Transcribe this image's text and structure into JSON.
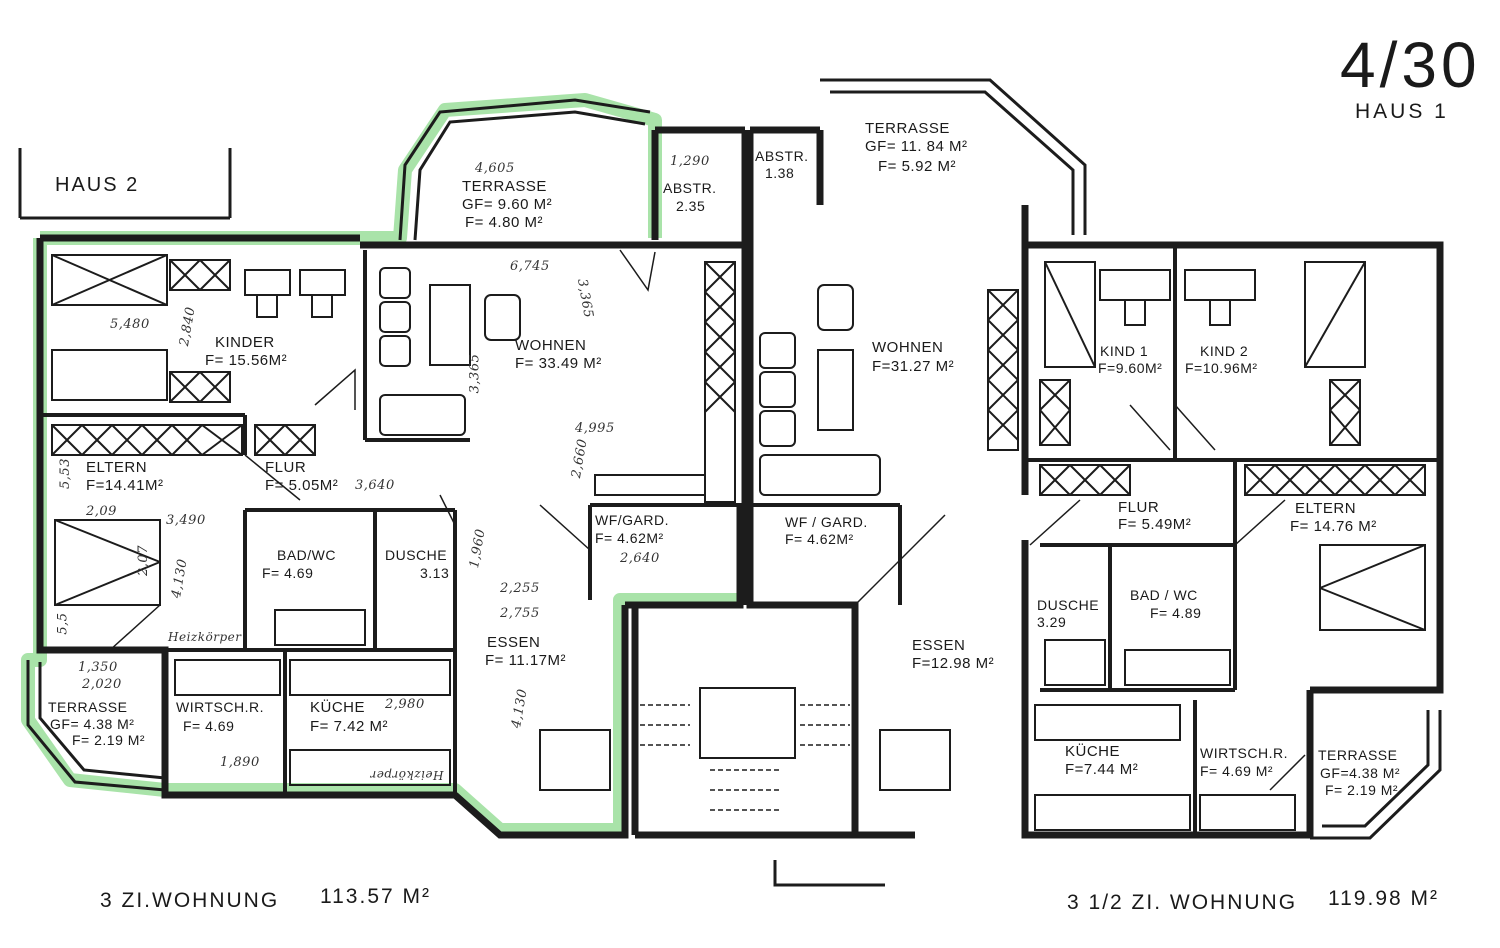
{
  "sheet": {
    "number": "4/30",
    "building": "HAUS 1"
  },
  "neighbor": {
    "label": "HAUS 2"
  },
  "left_unit": {
    "summary": {
      "type": "3 ZI.WOHNUNG",
      "area": "113.57 M²"
    },
    "rooms": [
      {
        "id": "terrasse-top",
        "name": "TERRASSE",
        "lines": [
          "GF= 9.60  M²",
          "F= 4.80 M²"
        ]
      },
      {
        "id": "abstr-1",
        "name": "ABSTR.",
        "lines": [
          "2.35"
        ]
      },
      {
        "id": "kinder",
        "name": "KINDER",
        "lines": [
          "F= 15.56M²"
        ]
      },
      {
        "id": "wohnen-left",
        "name": "WOHNEN",
        "lines": [
          "F= 33.49  M²"
        ]
      },
      {
        "id": "eltern-left",
        "name": "ELTERN",
        "lines": [
          "F=14.41M²"
        ]
      },
      {
        "id": "flur-left",
        "name": "FLUR",
        "lines": [
          "F= 5.05M²"
        ]
      },
      {
        "id": "wf-gard-left",
        "name": "WF/GARD.",
        "lines": [
          "F= 4.62M²"
        ]
      },
      {
        "id": "bad-left",
        "name": "BAD/WC",
        "lines": [
          "F= 4.69"
        ]
      },
      {
        "id": "dusche-left",
        "name": "DUSCHE",
        "lines": [
          "3.13"
        ]
      },
      {
        "id": "essen-left",
        "name": "ESSEN",
        "lines": [
          "F= 11.17M²"
        ]
      },
      {
        "id": "terrasse-left",
        "name": "TERRASSE",
        "lines": [
          "GF= 4.38 M²",
          "F= 2.19 M²"
        ]
      },
      {
        "id": "wirtsch-left",
        "name": "WIRTSCH.R.",
        "lines": [
          "F= 4.69"
        ]
      },
      {
        "id": "kueche-left",
        "name": "KÜCHE",
        "lines": [
          "F= 7.42 M²"
        ]
      }
    ]
  },
  "right_unit": {
    "summary": {
      "type": "3 1/2 ZI. WOHNUNG",
      "area": "119.98 M²"
    },
    "rooms": [
      {
        "id": "abstr-2",
        "name": "ABSTR.",
        "lines": [
          "1.38"
        ]
      },
      {
        "id": "terrasse-right-top",
        "name": "TERRASSE",
        "lines": [
          "GF= 11. 84 M²",
          "F= 5.92 M²"
        ]
      },
      {
        "id": "wohnen-right",
        "name": "WOHNEN",
        "lines": [
          "F=31.27 M²"
        ]
      },
      {
        "id": "kind1",
        "name": "KIND 1",
        "lines": [
          "F=9.60M²"
        ]
      },
      {
        "id": "kind2",
        "name": "KIND 2",
        "lines": [
          "F=10.96M²"
        ]
      },
      {
        "id": "flur-right",
        "name": "FLUR",
        "lines": [
          "F= 5.49M²"
        ]
      },
      {
        "id": "eltern-right",
        "name": "ELTERN",
        "lines": [
          "F= 14.76 M²"
        ]
      },
      {
        "id": "wf-gard-right",
        "name": "WF / GARD.",
        "lines": [
          "F= 4.62M²"
        ]
      },
      {
        "id": "dusche-right",
        "name": "DUSCHE",
        "lines": [
          "3.29"
        ]
      },
      {
        "id": "bad-right",
        "name": "BAD / WC",
        "lines": [
          "F= 4.89"
        ]
      },
      {
        "id": "essen-right",
        "name": "ESSEN",
        "lines": [
          "F=12.98 M²"
        ]
      },
      {
        "id": "kueche-right",
        "name": "KÜCHE",
        "lines": [
          "F=7.44 M²"
        ]
      },
      {
        "id": "wirtsch-right",
        "name": "WIRTSCH.R.",
        "lines": [
          "F= 4.69 M²"
        ]
      },
      {
        "id": "terrasse-right",
        "name": "TERRASSE",
        "lines": [
          "GF=4.38 M²",
          "F= 2.19 M²"
        ]
      }
    ]
  },
  "annotations": {
    "dims": [
      "4,605",
      "1,290",
      "6,745",
      "3,365",
      "3,365",
      "5,480",
      "2,840",
      "4,995",
      "2,660",
      "3,640",
      "3,490",
      "2,09",
      "2,07",
      "4,130",
      "2,640",
      "2,255",
      "2,755",
      "4,130",
      "2,020",
      "1,350",
      "2,980",
      "1,890",
      "1,960",
      "5,53",
      "5,5"
    ],
    "radiator": "Heizkörper"
  },
  "colors": {
    "wall": "#1c1c1c",
    "highlight": "#a9e3a9",
    "paper": "#ffffff"
  }
}
